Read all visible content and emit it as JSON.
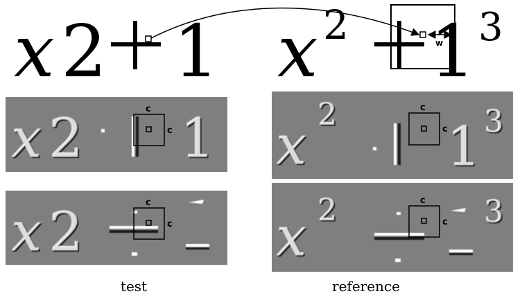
{
  "top": {
    "test_expr": {
      "var": "x",
      "digit": "2",
      "op": "+",
      "one": "1"
    },
    "ref_expr": {
      "var": "x",
      "sup": "2",
      "op": "+",
      "one": "1",
      "sup3": "3"
    },
    "w_label": "w"
  },
  "panels": {
    "c_label": "c",
    "test_upper": {
      "var": "x",
      "digit": "2",
      "one": "1"
    },
    "ref_upper": {
      "var": "x",
      "sup": "2",
      "one": "1",
      "sup3": "3"
    },
    "test_lower": {
      "var": "x",
      "digit": "2"
    },
    "ref_lower": {
      "var": "x",
      "sup": "2",
      "sup3": "3"
    }
  },
  "captions": {
    "test": "test",
    "reference": "reference"
  },
  "colors": {
    "panel_bg": "#7f7f7f",
    "ink": "#000000",
    "highlight": "#ffffff",
    "shadow": "#1a1a1a"
  }
}
